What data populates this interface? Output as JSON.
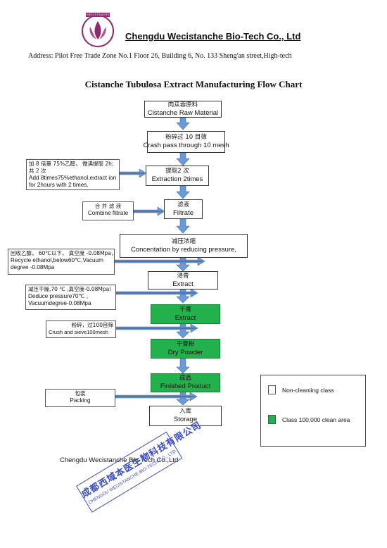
{
  "header": {
    "logo_text": "WECISTANCHE",
    "company_name": "Chengdu Wecistanche Bio-Tech Co., Ltd",
    "address": "Address:  Pilot Free Trade Zone No.1 Floor 26, Building 6, No. 133 Sheng'an street,High-tech"
  },
  "title": "Cistanche  Tubulosa Extract Manufacturing Flow Chart",
  "steps": [
    {
      "cn": "肉苁蓉原料",
      "en": "Cistanche Raw Material",
      "zone": "non-cleaning"
    },
    {
      "cn": "粉碎过  10  目筛",
      "en": "Crash pass through 10 mesh",
      "zone": "non-cleaning"
    },
    {
      "cn": "提取2 次",
      "en": "Extraction 2times",
      "zone": "non-cleaning"
    },
    {
      "cn": "滤液",
      "en": "Filtrate",
      "zone": "non-cleaning"
    },
    {
      "cn": "减压浓缩",
      "en": "Concentation by reducing pressure,",
      "zone": "non-cleaning"
    },
    {
      "cn": "浸膏",
      "en": "Extract",
      "zone": "non-cleaning"
    },
    {
      "cn": "干膏",
      "en": "Extract",
      "zone": "clean"
    },
    {
      "cn": "干膏粉",
      "en": "Dry Powder",
      "zone": "clean"
    },
    {
      "cn": "成品",
      "en": "Finished Product",
      "zone": "clean"
    },
    {
      "cn": "入库",
      "en": "Storage",
      "zone": "non-cleaning"
    }
  ],
  "side_notes": [
    {
      "cn": "加  8  倍量  75%乙醇，  微沸提取 2h;共  2  次",
      "en": "Add 8times75%ethanol,extract ion for 2hours with 2 times."
    },
    {
      "cn": "合 并 滤 液",
      "en": "Combine flitrate"
    },
    {
      "cn": "回收乙醇，  60℃以下，  真空度  -0.08Mpa，",
      "en": "Recycle ethanol,below60℃,Vacuum degree -0.08Mpa"
    },
    {
      "cn": "减压干燥,70 ℃ ,真空度-0.08Mpa）",
      "en": "Deduce pressure70℃  , Vacuumdegree-0.08Mpa"
    },
    {
      "cn": "粉碎，过100目筛",
      "en": "Crush and sieve100mesh"
    },
    {
      "cn": "包装",
      "en": "Packing"
    }
  ],
  "legend": {
    "items": [
      {
        "label": "Non-cleaniing class",
        "color": "#ffffff"
      },
      {
        "label": "Class 100,000 clean area",
        "color": "#22b14c"
      }
    ]
  },
  "footer": {
    "company": "Chengdu Wecistanche Bio-Tech Co.,Ltd",
    "stamp_cn": "成都西域本医生物科技有限公司",
    "stamp_en": "CHENGDU WECISTANCHE BIO-TECH CO., LTD"
  },
  "colors": {
    "clean_area": "#22b14c",
    "arrow": "#4a7fc1",
    "stamp": "#3a4dc0",
    "logo": "#8e2a6e"
  }
}
